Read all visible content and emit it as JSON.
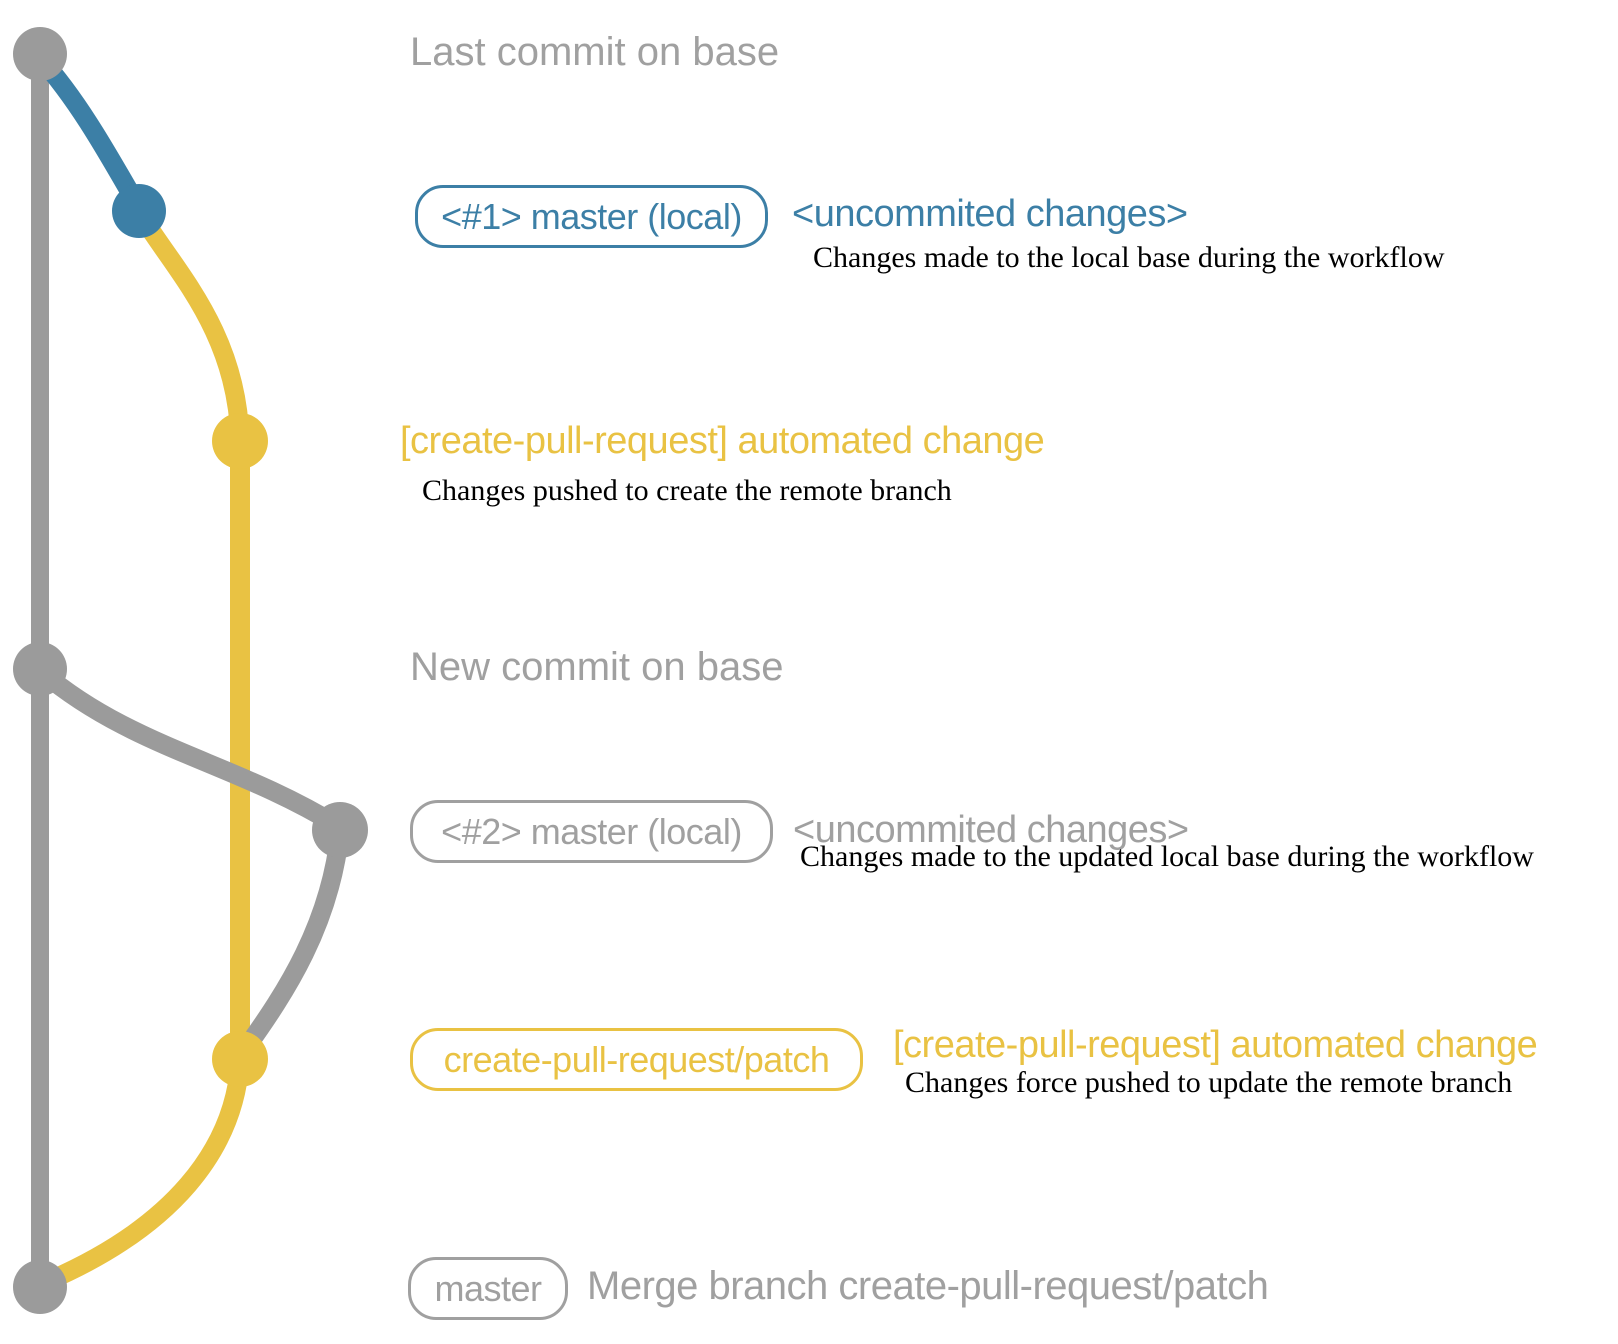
{
  "colors": {
    "graph_gray": "#9b9b9b",
    "text_gray": "#a0a0a0",
    "local_blue": "#3c7fa6",
    "patch_yellow": "#e9c243",
    "detail_black": "#000000"
  },
  "graph": {
    "type": "git-commit-graph",
    "lanes": {
      "base_branch_color": "#9b9b9b",
      "local_master_color": "#3c7fa6",
      "create_pull_request_patch_color": "#e9c243"
    },
    "commit_dots": [
      {
        "id": "last-commit-on-base",
        "color": "#9b9b9b"
      },
      {
        "id": "local-uncommitted-changes-1",
        "color": "#3c7fa6"
      },
      {
        "id": "patch-branch-commit-1",
        "color": "#e9c243"
      },
      {
        "id": "new-commit-on-base",
        "color": "#9b9b9b"
      },
      {
        "id": "local-uncommitted-changes-2",
        "color": "#9b9b9b"
      },
      {
        "id": "patch-branch-commit-2",
        "color": "#e9c243"
      },
      {
        "id": "merge-commit-on-base",
        "color": "#9b9b9b"
      }
    ]
  },
  "rows": [
    {
      "text": "Last commit on base"
    },
    {
      "badge": "<#1> master (local)",
      "note": "<uncommited changes>",
      "detail": "Changes made to the local base during the workflow"
    },
    {
      "note": "[create-pull-request] automated change",
      "detail": "Changes pushed to create the remote branch"
    },
    {
      "text": "New commit on base"
    },
    {
      "badge": "<#2> master (local)",
      "note": "<uncommited changes>",
      "detail": "Changes made to the updated local base during the workflow"
    },
    {
      "badge": "create-pull-request/patch",
      "note": "[create-pull-request] automated change",
      "detail": "Changes force pushed to update the remote branch"
    },
    {
      "badge": "master",
      "note": "Merge branch create-pull-request/patch"
    }
  ]
}
